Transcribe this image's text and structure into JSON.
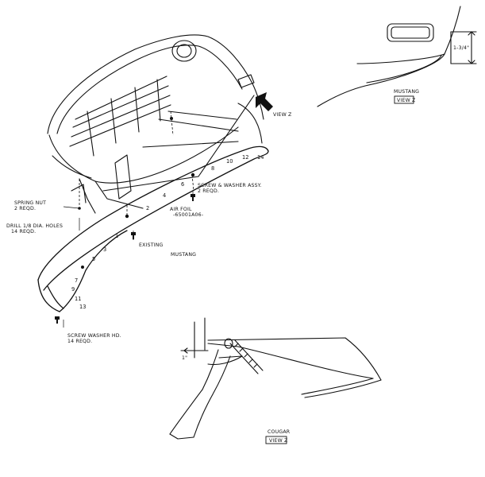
{
  "labels": {
    "view_z_arrow": "VIEW Z",
    "mustang_top": "MUSTANG",
    "view_z_top": "VIEW Z",
    "dimension": "1-3/4\"",
    "screw_washer_assy": "SCREW & WASHER ASSY.",
    "screw_washer_assy_qty": "2 REQD.",
    "spring_nut": "SPRING NUT",
    "spring_nut_qty": "2 REQD.",
    "air_foil": "AIR FOIL",
    "air_foil_part": "-65001A06-",
    "drill": "DRILL 1/8 DIA. HOLES",
    "drill_qty": "14 REQD.",
    "existing": "EXISTING",
    "mustang_mid": "MUSTANG",
    "screw_washer_hd": "SCREW WASHER HD.",
    "screw_washer_hd_qty": "14 REQD.",
    "inch": "1\"",
    "cougar": "COUGAR",
    "view_z_bottom": "VIEW Z"
  },
  "hole_numbers": [
    "1",
    "2",
    "3",
    "4",
    "5",
    "6",
    "7",
    "8",
    "9",
    "10",
    "11",
    "12",
    "13",
    "14"
  ]
}
